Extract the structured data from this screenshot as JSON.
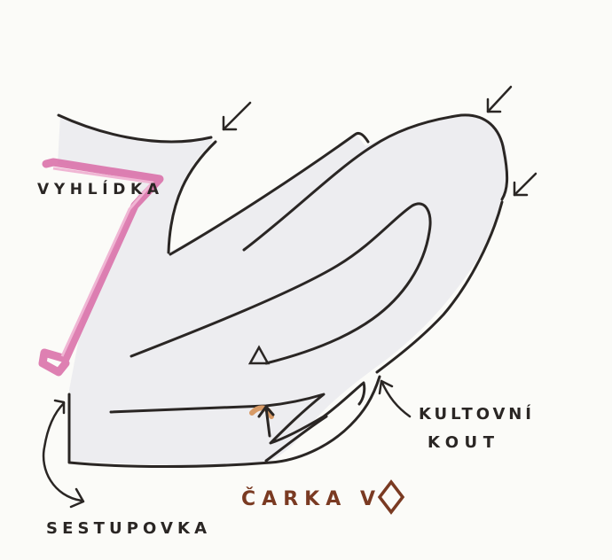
{
  "labels": {
    "vyhlidka": "VYHLÍDKA",
    "kultovni_line1": "KULTOVNÍ",
    "kultovni_line2": "KOUT",
    "sestupovka": "SESTUPOVKA",
    "carka": "ČARKA V",
    "triangle_mark": "△",
    "diamond_mark": "◇"
  },
  "colors": {
    "paper": "#fbfbf8",
    "shape_fill": "#ededf0",
    "ink": "#2a2624",
    "pink_highlight": "#d86aa6",
    "pink_light": "#f0b6d4",
    "brown_label": "#7a3a22",
    "orange_mark": "#d79a66"
  },
  "icons": {
    "arrows": "hand-drawn-arrow-icon",
    "triangle": "triangle-icon",
    "diamond": "diamond-icon"
  }
}
